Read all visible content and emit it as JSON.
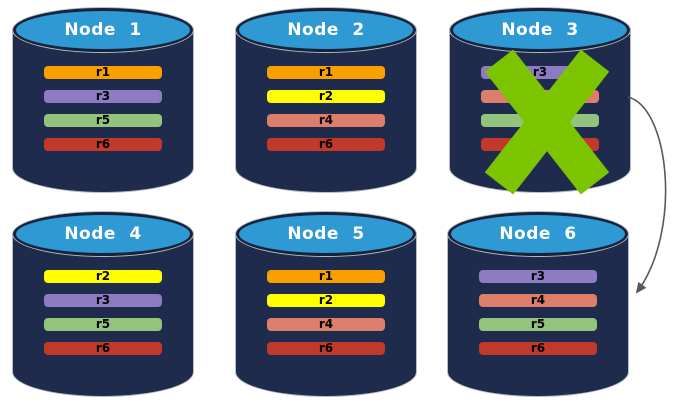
{
  "canvas": {
    "background": "#FFFFFF"
  },
  "colors": {
    "cylinder_body": "#1E2B4C",
    "cylinder_edge": "#17233C",
    "cylinder_top": "#2F99D4",
    "title_text": "#FFFFFF",
    "bar_text": "#000000",
    "failure_cross": "#7DC400",
    "arrow": "#595959"
  },
  "icons": {
    "failure_cross": "green-x-mark",
    "recovery_arrow": "curved-arrow-down"
  },
  "nodes": [
    {
      "title": "Node 1",
      "failed": false,
      "replicas": [
        {
          "label": "r1",
          "color": "#F9A000"
        },
        {
          "label": "r3",
          "color": "#8E7CC3"
        },
        {
          "label": "r5",
          "color": "#93C47D"
        },
        {
          "label": "r6",
          "color": "#C0392B"
        }
      ]
    },
    {
      "title": "Node 2",
      "failed": false,
      "replicas": [
        {
          "label": "r1",
          "color": "#F9A000"
        },
        {
          "label": "r2",
          "color": "#FFFF00"
        },
        {
          "label": "r4",
          "color": "#DD7E6B"
        },
        {
          "label": "r6",
          "color": "#C0392B"
        }
      ]
    },
    {
      "title": "Node 3",
      "failed": true,
      "replicas": [
        {
          "label": "r3",
          "color": "#8E7CC3"
        },
        {
          "label": "",
          "color": "#DD7E6B"
        },
        {
          "label": "",
          "color": "#93C47D"
        },
        {
          "label": "",
          "color": "#C0392B"
        }
      ]
    },
    {
      "title": "Node 4",
      "failed": false,
      "replicas": [
        {
          "label": "r2",
          "color": "#FFFF00"
        },
        {
          "label": "r3",
          "color": "#8E7CC3"
        },
        {
          "label": "r5",
          "color": "#93C47D"
        },
        {
          "label": "r6",
          "color": "#C0392B"
        }
      ]
    },
    {
      "title": "Node 5",
      "failed": false,
      "replicas": [
        {
          "label": "r1",
          "color": "#F9A000"
        },
        {
          "label": "r2",
          "color": "#FFFF00"
        },
        {
          "label": "r4",
          "color": "#DD7E6B"
        },
        {
          "label": "r6",
          "color": "#C0392B"
        }
      ]
    },
    {
      "title": "Node 6",
      "failed": false,
      "replicas": [
        {
          "label": "r3",
          "color": "#8E7CC3"
        },
        {
          "label": "r4",
          "color": "#DD7E6B"
        },
        {
          "label": "r5",
          "color": "#93C47D"
        },
        {
          "label": "r6",
          "color": "#C0392B"
        }
      ]
    }
  ]
}
